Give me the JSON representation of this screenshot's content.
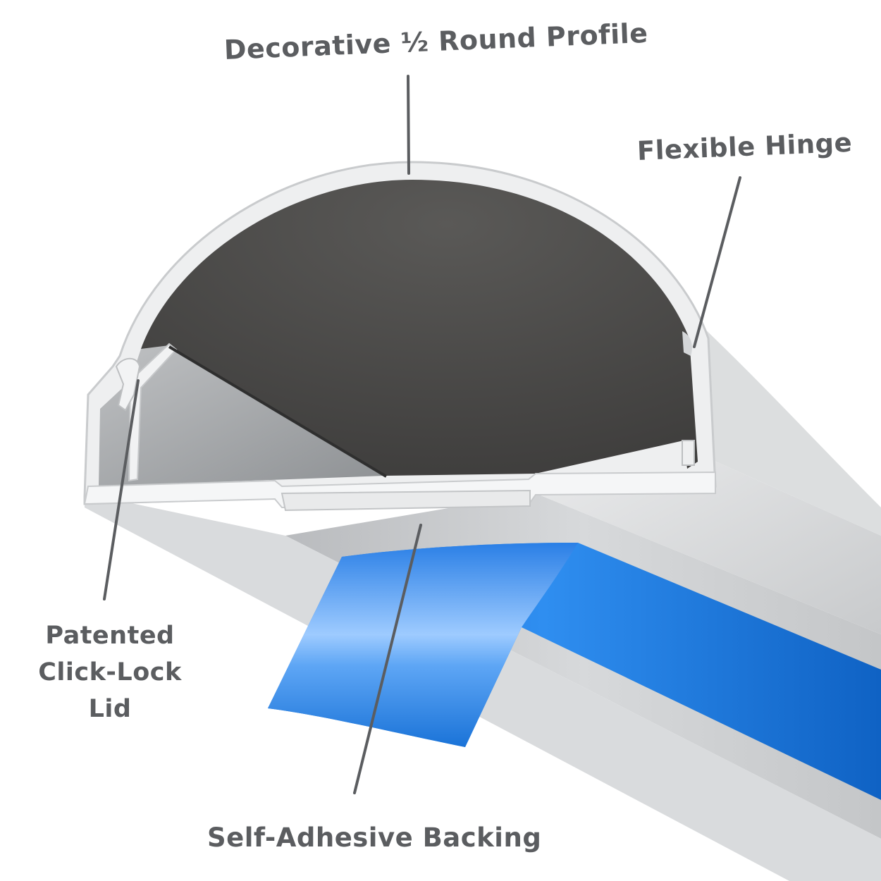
{
  "callouts": {
    "profile": "Decorative ½ Round Profile",
    "hinge": "Flexible Hinge",
    "lock": [
      "Patented",
      "Click-Lock",
      "Lid"
    ],
    "backing": "Self-Adhesive Backing"
  },
  "colors": {
    "label_text": "#5b5d60",
    "leader_line": "#5b5d60",
    "shell_light": "#f3f4f5",
    "shell_mid": "#d6d8da",
    "shell_dark": "#a9acaf",
    "interior_dark": "#4c4b4a",
    "tape_blue": "#1473d8",
    "tape_highlight": "#8fc4ff"
  }
}
